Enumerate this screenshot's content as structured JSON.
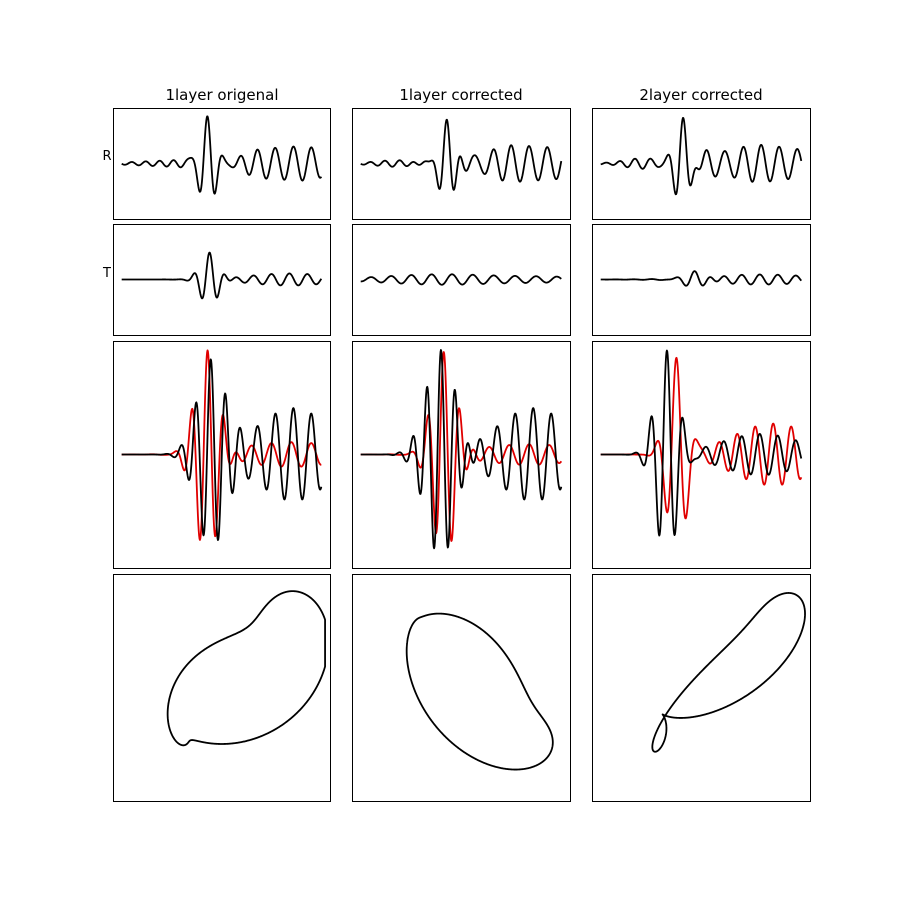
{
  "colors": {
    "black": "#000000",
    "red": "#e00000",
    "frame": "#000000",
    "background": "#ffffff"
  },
  "column_titles": [
    "1layer origenal",
    "1layer corrected",
    "2layer corrected"
  ],
  "row_labels": {
    "R": "R",
    "T": "T"
  },
  "chart_data": [
    {
      "type": "line",
      "column": 0,
      "row": "R",
      "xlabel": "",
      "ylabel": "R",
      "x_range": [
        0,
        1
      ],
      "y_range": [
        -1.1,
        1.1
      ],
      "wavelets": [
        [
          0.4,
          0.08,
          0.07,
          -0.25
        ],
        [
          0.86,
          0.35,
          0.09,
          0.2
        ]
      ],
      "series": [
        {
          "color": "black",
          "components": [
            [
              0.43,
              1.0,
              0.08,
              0.04,
              0.0
            ]
          ]
        }
      ]
    },
    {
      "type": "line",
      "column": 1,
      "row": "R",
      "xlabel": "",
      "ylabel": "",
      "x_range": [
        0,
        1
      ],
      "y_range": [
        -1.1,
        1.1
      ],
      "wavelets": [
        [
          0.4,
          0.08,
          0.07,
          -0.25
        ],
        [
          0.84,
          0.35,
          0.09,
          0.28
        ]
      ],
      "series": [
        {
          "color": "black",
          "components": [
            [
              0.43,
              1.05,
              0.08,
              0.04,
              0.0
            ]
          ]
        }
      ]
    },
    {
      "type": "line",
      "column": 2,
      "row": "R",
      "xlabel": "",
      "ylabel": "",
      "x_range": [
        0,
        1
      ],
      "y_range": [
        -1.1,
        1.1
      ],
      "wavelets": [
        [
          0.38,
          0.08,
          0.07,
          -0.25
        ],
        [
          0.8,
          0.35,
          0.09,
          0.3
        ]
      ],
      "series": [
        {
          "color": "black",
          "components": [
            [
              0.41,
              1.05,
              0.08,
              0.04,
              0.0
            ]
          ]
        }
      ]
    },
    {
      "type": "line",
      "column": 0,
      "row": "T",
      "xlabel": "",
      "ylabel": "T",
      "x_range": [
        0,
        1
      ],
      "y_range": [
        -1.1,
        1.1
      ],
      "wavelets": [
        [
          0.44,
          0.55,
          0.08,
          0.045,
          0.0
        ],
        [
          0.84,
          0.12,
          0.09,
          0.2
        ]
      ],
      "series": [
        {
          "color": "black",
          "components": []
        }
      ]
    },
    {
      "type": "line",
      "column": 1,
      "row": "T",
      "xlabel": "",
      "ylabel": "",
      "x_range": [
        0,
        1
      ],
      "y_range": [
        -1.1,
        1.1
      ],
      "wavelets": [
        [
          0.45,
          0.12,
          0.1,
          0.3,
          0.0
        ],
        [
          0.8,
          0.08,
          0.1,
          0.3,
          1.0
        ]
      ],
      "series": [
        {
          "color": "black",
          "components": []
        }
      ]
    },
    {
      "type": "line",
      "column": 2,
      "row": "T",
      "xlabel": "",
      "ylabel": "",
      "x_range": [
        0,
        1
      ],
      "y_range": [
        -1.1,
        1.1
      ],
      "wavelets": [
        [
          0.47,
          0.2,
          0.09,
          0.06,
          0.0
        ],
        [
          0.8,
          0.1,
          0.09,
          0.25,
          0.5
        ]
      ],
      "series": [
        {
          "color": "black",
          "components": []
        }
      ]
    },
    {
      "type": "line",
      "column": 0,
      "row": "overlay",
      "xlabel": "",
      "ylabel": "",
      "x_range": [
        0,
        1
      ],
      "y_range": [
        -1.1,
        1.1
      ],
      "series": [
        {
          "color": "red",
          "components": [
            [
              0.43,
              1.0,
              0.08,
              0.06,
              0.0
            ],
            [
              0.85,
              0.12,
              0.1,
              0.25,
              0.0
            ]
          ]
        },
        {
          "color": "black",
          "components": [
            [
              0.45,
              0.95,
              0.075,
              0.07,
              0.3
            ],
            [
              0.86,
              0.45,
              0.09,
              0.18,
              0.0
            ]
          ]
        }
      ]
    },
    {
      "type": "line",
      "column": 1,
      "row": "overlay",
      "xlabel": "",
      "ylabel": "",
      "x_range": [
        0,
        1
      ],
      "y_range": [
        -1.1,
        1.1
      ],
      "series": [
        {
          "color": "red",
          "components": [
            [
              0.42,
              1.0,
              0.08,
              0.06,
              0.5
            ],
            [
              0.84,
              0.1,
              0.1,
              0.25,
              0.0
            ]
          ]
        },
        {
          "color": "black",
          "components": [
            [
              0.4,
              1.0,
              0.07,
              0.075,
              0.0
            ],
            [
              0.86,
              0.45,
              0.09,
              0.18,
              0.0
            ]
          ]
        }
      ]
    },
    {
      "type": "line",
      "column": 2,
      "row": "overlay",
      "xlabel": "",
      "ylabel": "",
      "x_range": [
        0,
        1
      ],
      "y_range": [
        -1.1,
        1.1
      ],
      "series": [
        {
          "color": "red",
          "components": [
            [
              0.38,
              0.95,
              0.1,
              0.05,
              0.2
            ],
            [
              0.86,
              0.3,
              0.09,
              0.2,
              0.0
            ]
          ]
        },
        {
          "color": "black",
          "components": [
            [
              0.33,
              1.0,
              0.08,
              0.055,
              0.0
            ],
            [
              0.8,
              0.2,
              0.09,
              0.2,
              0.5
            ]
          ]
        }
      ]
    },
    {
      "type": "scatter",
      "column": 0,
      "row": "particle-motion",
      "xlabel": "",
      "ylabel": "",
      "x_range": [
        -1.1,
        1.1
      ],
      "y_range": [
        -1.1,
        1.1
      ],
      "loops": [
        [
          1.0,
          0.0,
          0.95,
          0.45,
          0.8,
          0.0
        ],
        [
          0.3,
          0.05,
          0.42,
          0.35,
          0.6,
          1.0
        ],
        [
          0.4,
          0.1,
          0.3,
          0.35,
          0.7,
          2.0
        ]
      ]
    },
    {
      "type": "scatter",
      "column": 1,
      "row": "particle-motion",
      "xlabel": "",
      "ylabel": "",
      "x_range": [
        -1.1,
        1.1
      ],
      "y_range": [
        -1.1,
        1.1
      ],
      "loops": [
        [
          1.0,
          0.0,
          0.95,
          0.42,
          -0.8,
          0.0
        ],
        [
          0.35,
          0.05,
          0.4,
          0.3,
          -0.7,
          1.0
        ],
        [
          0.3,
          0.1,
          0.3,
          0.3,
          -0.4,
          2.0
        ]
      ]
    },
    {
      "type": "scatter",
      "column": 2,
      "row": "particle-motion",
      "xlabel": "",
      "ylabel": "",
      "x_range": [
        -1.1,
        1.1
      ],
      "y_range": [
        -1.1,
        1.1
      ],
      "loops": [
        [
          1.0,
          0.0,
          1.0,
          0.15,
          0.75,
          0.0
        ],
        [
          0.4,
          0.1,
          0.35,
          0.45,
          -0.3,
          1.0
        ],
        [
          0.45,
          0.05,
          0.3,
          0.2,
          0.6,
          2.0
        ]
      ]
    }
  ]
}
